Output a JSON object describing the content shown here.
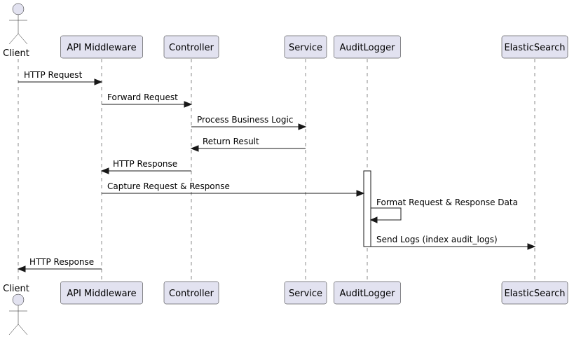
{
  "colors": {
    "participant_fill": "#e2e2f0",
    "stroke": "#181818",
    "activation_fill": "#ffffff",
    "background": "#ffffff"
  },
  "participants": [
    {
      "id": "client",
      "label": "Client",
      "kind": "actor"
    },
    {
      "id": "api-middleware",
      "label": "API Middleware",
      "kind": "participant"
    },
    {
      "id": "controller",
      "label": "Controller",
      "kind": "participant"
    },
    {
      "id": "service",
      "label": "Service",
      "kind": "participant"
    },
    {
      "id": "auditlogger",
      "label": "AuditLogger",
      "kind": "participant"
    },
    {
      "id": "elasticsearch",
      "label": "ElasticSearch",
      "kind": "participant"
    }
  ],
  "messages": [
    {
      "from": "client",
      "to": "api-middleware",
      "label": "HTTP Request"
    },
    {
      "from": "api-middleware",
      "to": "controller",
      "label": "Forward Request"
    },
    {
      "from": "controller",
      "to": "service",
      "label": "Process Business Logic"
    },
    {
      "from": "service",
      "to": "controller",
      "label": "Return Result"
    },
    {
      "from": "controller",
      "to": "api-middleware",
      "label": "HTTP Response"
    },
    {
      "from": "api-middleware",
      "to": "auditlogger",
      "label": "Capture Request & Response"
    },
    {
      "from": "auditlogger",
      "to": "auditlogger",
      "label": "Format Request & Response Data"
    },
    {
      "from": "auditlogger",
      "to": "elasticsearch",
      "label": "Send Logs (index audit_logs)"
    },
    {
      "from": "api-middleware",
      "to": "client",
      "label": "HTTP Response"
    }
  ],
  "activations": [
    {
      "participant": "auditlogger",
      "from_message": 5,
      "to_message": 7
    }
  ]
}
